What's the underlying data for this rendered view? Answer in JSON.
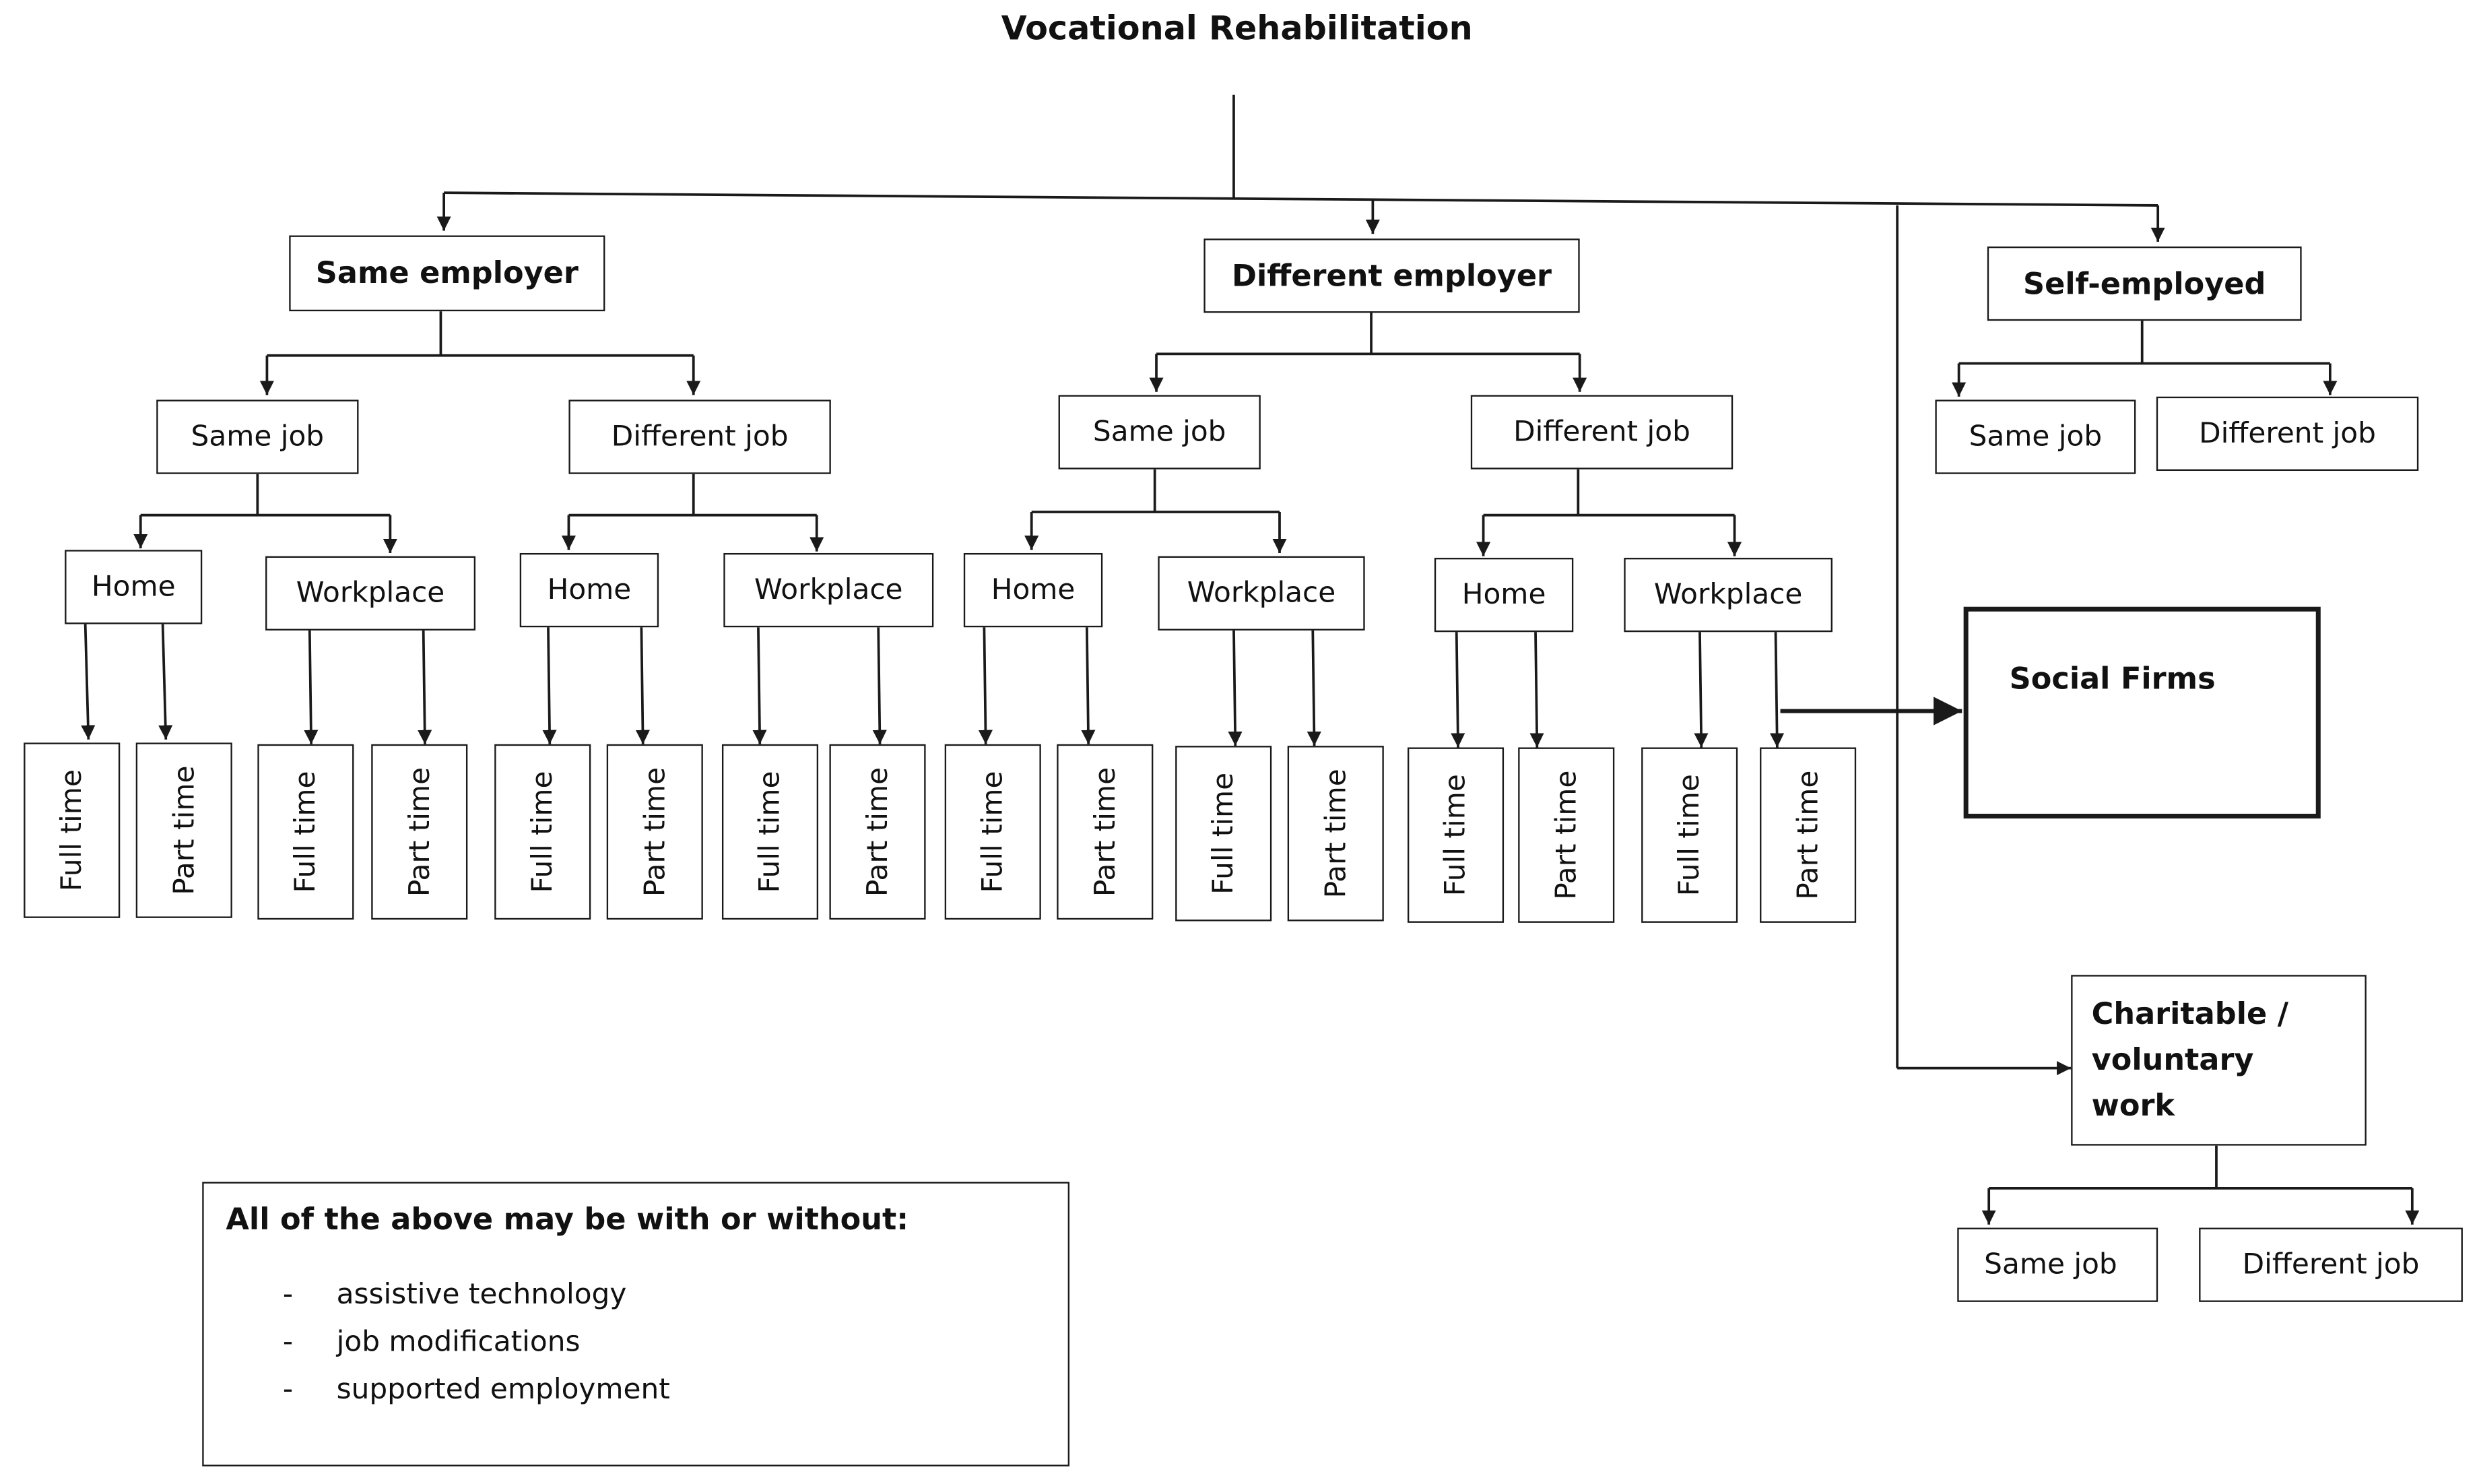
{
  "title": "Vocational Rehabilitation",
  "employers": {
    "same": "Same employer",
    "different": "Different employer",
    "self": "Self-employed"
  },
  "jobs": {
    "same": "Same job",
    "different": "Different job"
  },
  "places": {
    "home": "Home",
    "workplace": "Workplace"
  },
  "hours": {
    "full": "Full time",
    "part": "Part time"
  },
  "social_firms": "Social Firms",
  "charitable": [
    "Charitable /",
    "voluntary",
    "work"
  ],
  "note": {
    "title": "All of the above may be with or without:",
    "items": [
      "assistive technology",
      "job modifications",
      "supported employment"
    ]
  }
}
